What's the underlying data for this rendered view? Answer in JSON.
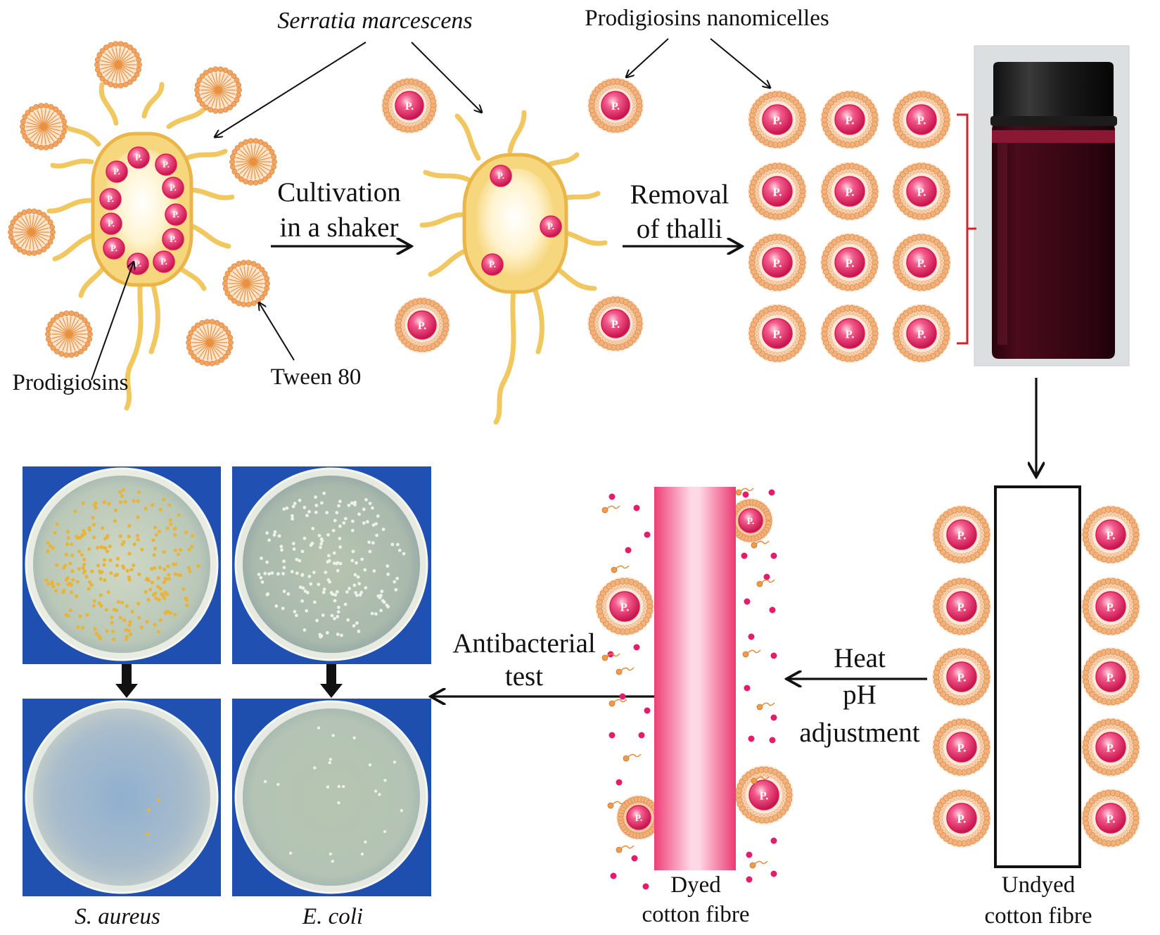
{
  "labels": {
    "serratia": "Serratia marcescens",
    "nanomicelles": "Prodigiosins nanomicelles",
    "cultivation_line1": "Cultivation",
    "cultivation_line2": "in a shaker",
    "removal_line1": "Removal",
    "removal_line2": "of thalli",
    "prodigiosins": "Prodigiosins",
    "tween": "Tween 80",
    "antibacterial_line1": "Antibacterial",
    "antibacterial_line2": "test",
    "heat": "Heat",
    "ph": "pH",
    "adjustment": "adjustment",
    "dyed_line1": "Dyed",
    "dyed_line2": "cotton fibre",
    "undyed_line1": "Undyed",
    "undyed_line2": "cotton fibre",
    "s_aureus": "S. aureus",
    "e_coli": "E. coli"
  },
  "particle_letter": "P.",
  "colors": {
    "bacterium_fill": "#f7d77e",
    "bacterium_stroke": "#e8b84a",
    "particle_core": "#e8336e",
    "micelle_shell": "#f3b27a",
    "dye_pink": "#ef5f8f",
    "dish_background": "#1f4fb0",
    "bottle_liquid": "#3a0714",
    "bracket_red": "#d4222a"
  }
}
